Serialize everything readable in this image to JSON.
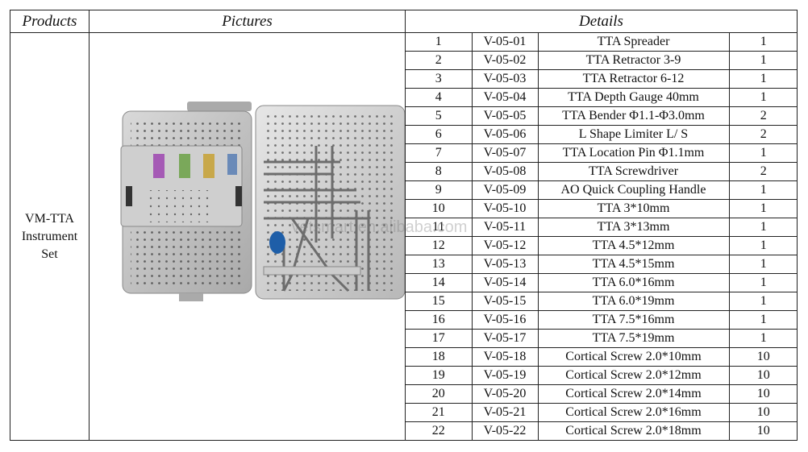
{
  "headers": {
    "products": "Products",
    "pictures": "Pictures",
    "details": "Details"
  },
  "product": {
    "line1": "VM-TTA",
    "line2": "Instrument",
    "line3": "Set"
  },
  "watermark": "vetsmart.en.alibaba.com",
  "rows": [
    {
      "no": "1",
      "code": "V-05-01",
      "name": "TTA Spreader",
      "qty": "1"
    },
    {
      "no": "2",
      "code": "V-05-02",
      "name": "TTA Retractor 3-9",
      "qty": "1"
    },
    {
      "no": "3",
      "code": "V-05-03",
      "name": "TTA Retractor 6-12",
      "qty": "1"
    },
    {
      "no": "4",
      "code": "V-05-04",
      "name": "TTA Depth Gauge 40mm",
      "qty": "1"
    },
    {
      "no": "5",
      "code": "V-05-05",
      "name": "TTA Bender Φ1.1-Φ3.0mm",
      "qty": "2"
    },
    {
      "no": "6",
      "code": "V-05-06",
      "name": "L Shape Limiter L/ S",
      "qty": "2"
    },
    {
      "no": "7",
      "code": "V-05-07",
      "name": "TTA Location Pin Φ1.1mm",
      "qty": "1"
    },
    {
      "no": "8",
      "code": "V-05-08",
      "name": "TTA Screwdriver",
      "qty": "2"
    },
    {
      "no": "9",
      "code": "V-05-09",
      "name": "AO Quick Coupling Handle",
      "qty": "1"
    },
    {
      "no": "10",
      "code": "V-05-10",
      "name": "TTA 3*10mm",
      "qty": "1"
    },
    {
      "no": "11",
      "code": "V-05-11",
      "name": "TTA 3*13mm",
      "qty": "1"
    },
    {
      "no": "12",
      "code": "V-05-12",
      "name": "TTA 4.5*12mm",
      "qty": "1"
    },
    {
      "no": "13",
      "code": "V-05-13",
      "name": "TTA 4.5*15mm",
      "qty": "1"
    },
    {
      "no": "14",
      "code": "V-05-14",
      "name": "TTA 6.0*16mm",
      "qty": "1"
    },
    {
      "no": "15",
      "code": "V-05-15",
      "name": "TTA 6.0*19mm",
      "qty": "1"
    },
    {
      "no": "16",
      "code": "V-05-16",
      "name": "TTA 7.5*16mm",
      "qty": "1"
    },
    {
      "no": "17",
      "code": "V-05-17",
      "name": "TTA 7.5*19mm",
      "qty": "1"
    },
    {
      "no": "18",
      "code": "V-05-18",
      "name": "Cortical Screw 2.0*10mm",
      "qty": "10"
    },
    {
      "no": "19",
      "code": "V-05-19",
      "name": "Cortical Screw 2.0*12mm",
      "qty": "10"
    },
    {
      "no": "20",
      "code": "V-05-20",
      "name": "Cortical Screw 2.0*14mm",
      "qty": "10"
    },
    {
      "no": "21",
      "code": "V-05-21",
      "name": "Cortical Screw 2.0*16mm",
      "qty": "10"
    },
    {
      "no": "22",
      "code": "V-05-22",
      "name": "Cortical Screw 2.0*18mm",
      "qty": "10"
    }
  ]
}
